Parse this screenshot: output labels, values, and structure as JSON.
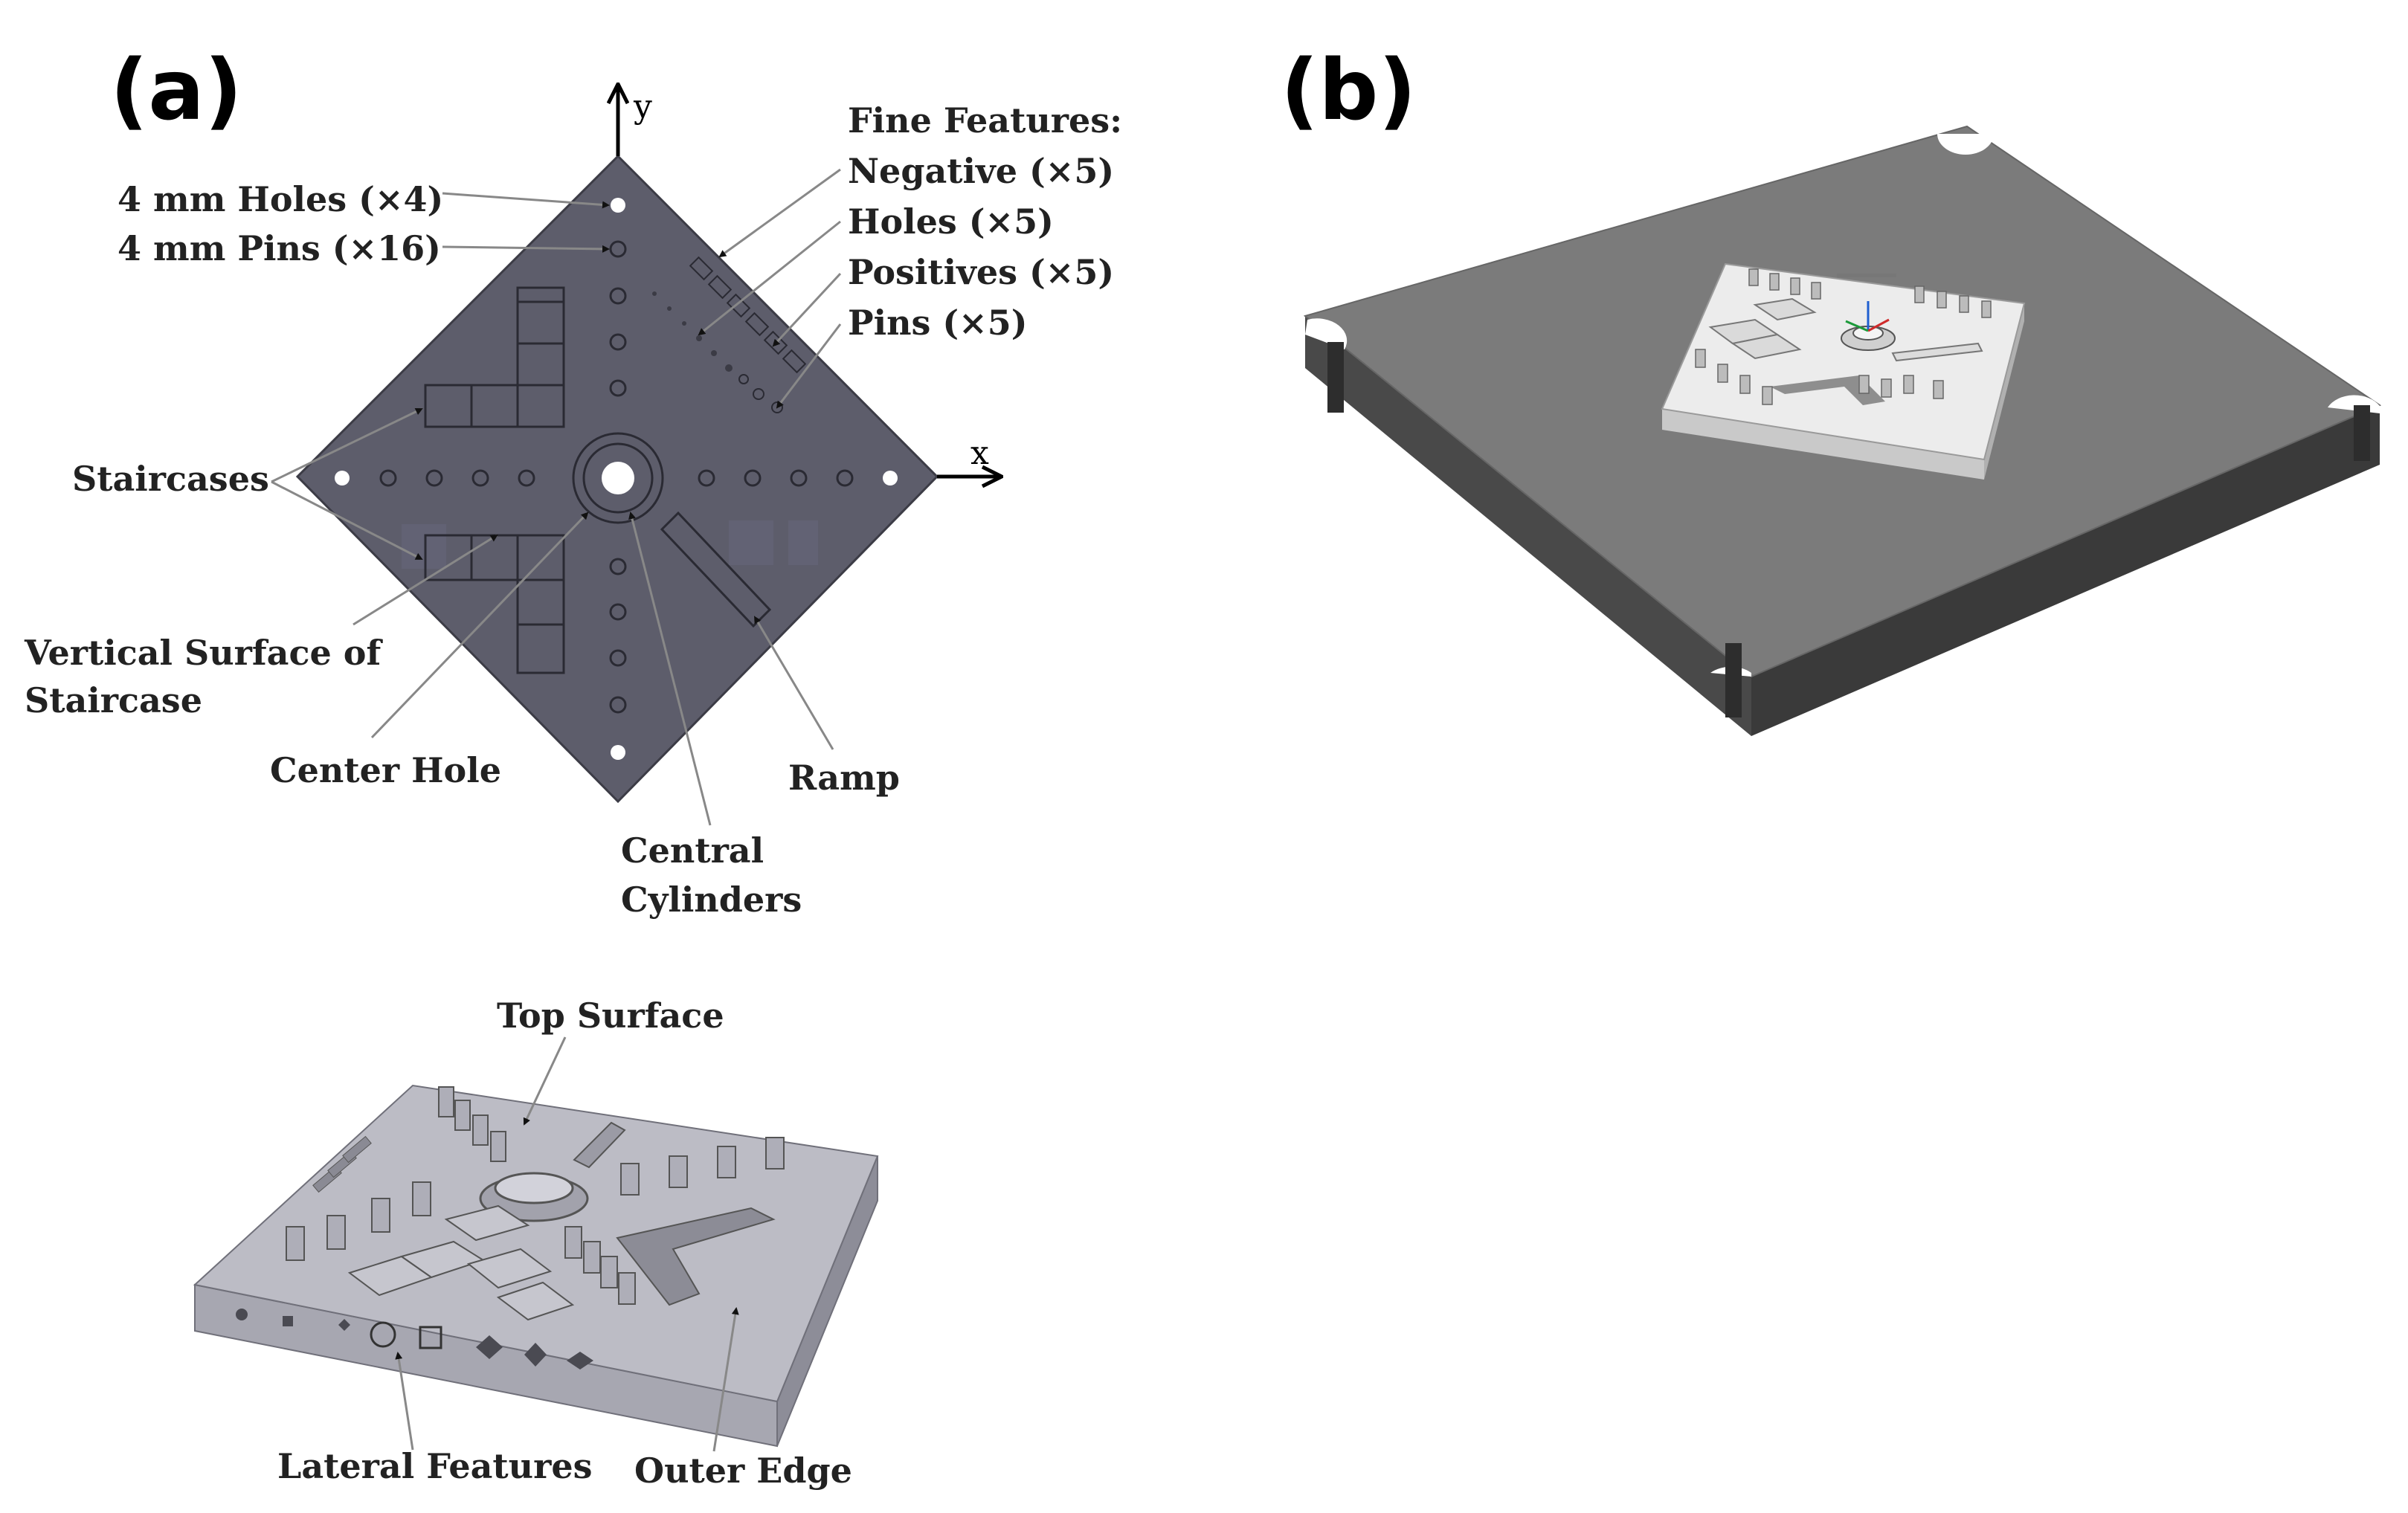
{
  "panel_a": {
    "label": "(a)",
    "axes": {
      "y": "y",
      "x": "x"
    },
    "labels": {
      "holes_4mm": "4 mm Holes (×4)",
      "pins_4mm": "4 mm  Pins (×16)",
      "fine_features": "Fine Features:",
      "negative": "Negative (×5)",
      "holes": "Holes (×5)",
      "positives": "Positives (×5)",
      "pins": "Pins (×5)",
      "staircases": "Staircases",
      "vertical_surface_1": "Vertical Surface of",
      "vertical_surface_2": "Staircase",
      "center_hole": "Center Hole",
      "ramp": "Ramp",
      "central_cylinders_1": "Central",
      "central_cylinders_2": "Cylinders",
      "top_surface": "Top Surface",
      "lateral_features": "Lateral Features",
      "outer_edge": "Outer Edge"
    }
  },
  "panel_b": {
    "label": "(b)"
  },
  "colors": {
    "plate_top": "#5d5d6b",
    "part_light": "#b6b6bf",
    "base_top": "#7b7b7b",
    "base_side": "#3a3a3a"
  }
}
